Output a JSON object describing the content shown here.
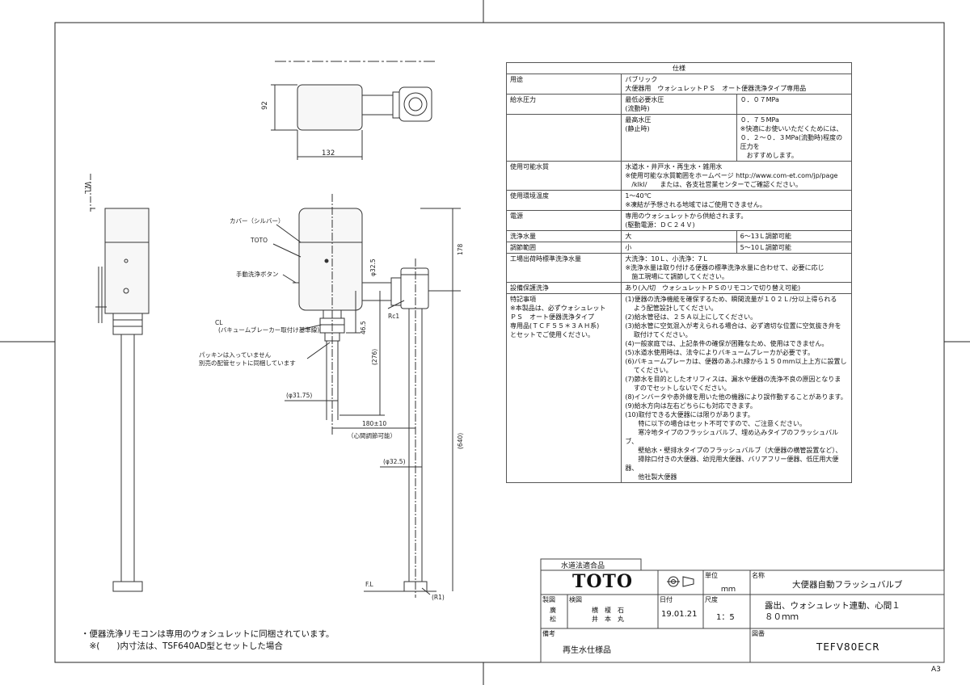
{
  "drawing": {
    "top_view": {
      "dim_height": "92",
      "dim_width": "132"
    },
    "front_view": {
      "wl_label": "W.L",
      "fl_label": "F.L",
      "cover_label": "カバー（シルバー）",
      "brand_label": "TOTO",
      "manual_button_label": "手動洗浄ボタン",
      "vacuum_label": "(バキュームブレーカー取付け基準線)",
      "vacuum_mark": "CL",
      "packing_note_1": "パッキンは入っていません",
      "packing_note_2": "別売の配管セットに同梱しています",
      "phi_325_top": "φ32.5",
      "dim_465": "46.5",
      "dim_276": "(276)",
      "dim_178": "178",
      "dim_640": "(640)",
      "dim_phi3175": "(φ31.75)",
      "dim_180": "180±10",
      "dim_180_note": "（心間調節可能）",
      "dim_phi325_bottom": "(φ32.5)",
      "rc1": "Rc1",
      "r1": "(R1)"
    }
  },
  "spec_table": {
    "title": "仕様",
    "rows": [
      {
        "key": "用途",
        "sub": "",
        "value": "パブリック\n大便器用　ウォシュレットＰＳ　オート便器洗浄タイプ専用品"
      },
      {
        "key": "給水圧力",
        "sub": "最低必要水圧\n(流動時)",
        "value": "０．０７MPa"
      },
      {
        "key": "",
        "sub": "最高水圧\n(静止時)",
        "value": "０．７５MPa\n※快適にお使いいただくためには、０．２～０．３MPa(流動時)程度の圧力を\n　おすすめします。"
      },
      {
        "key": "使用可能水質",
        "sub": "",
        "value": "水道水・井戸水・再生水・雑用水\n※使用可能な水質範囲をホームページ http://www.com-et.com/jp/page\n　/klkl/　　または、各支社営業センターでご確認ください。"
      },
      {
        "key": "使用環境温度",
        "sub": "",
        "value": "1～40℃\n※凍結が予想される地域ではご使用できません。"
      },
      {
        "key": "電源",
        "sub": "",
        "value": "専用のウォシュレットから供給されます。\n(駆動電源：ＤＣ２４Ｖ)"
      },
      {
        "key": "洗浄水量",
        "sub": "大",
        "value": "6～13Ｌ調節可能"
      },
      {
        "key": "調節範囲",
        "sub": "小",
        "value": "5～10Ｌ調節可能"
      },
      {
        "key": "工場出荷時標準洗浄水量",
        "sub": "",
        "value": "大洗浄：10Ｌ、小洗浄：7Ｌ\n※洗浄水量は取り付ける便器の標準洗浄水量に合わせて、必要に応じ\n　施工現場にて調節してください。"
      },
      {
        "key": "設備保護洗浄",
        "sub": "",
        "value": "あり(入/切　ウォシュレットＰＳのリモコンで切り替え可能)"
      }
    ],
    "special_key": "特記事項",
    "special_left": "※本製品は、必ずウォシュレット\nＰＳ　オート便器洗浄タイプ\n専用品(ＴＣＦ５５＊３ＡＨ系)\nとセットでご使用ください。",
    "special_items": [
      "(1)便器の洗浄機能を確保するため、瞬間流量が１０２Ｌ/分以上得られる\n　 よう配管設計してください。",
      "(2)給水管径は、２５Ａ以上にしてください。",
      "(3)給水管に空気混入が考えられる場合は、必ず適切な位置に空気抜き弁を\n　 取付けてください。",
      "(4)一般家庭では、上記条件の確保が困難なため、使用はできません。",
      "(5)水道水使用時は、法令によりバキュームブレーカが必要です。",
      "(6)バキュームブレーカは、便器のあふれ縁から１５０mm以上上方に設置し\n　 てください。",
      "(7)節水を目的としたオリフィスは、漏水や便器の洗浄不良の原因となりま\n　 すのでセットしないでください。",
      "(8)インバータや赤外線を用いた他の機器により誤作動することがあります。",
      "(9)給水方向は左右どちらにも対応できます。",
      "(10)取付できる大便器には限りがあります。\n　　特に以下の場合はセット不可ですので、ご注意ください。\n　　寒冷地タイプのフラッシュバルブ、埋め込みタイプのフラッシュバルブ、\n　　壁給水・壁排水タイプのフラッシュバルブ（大便器の横管設置など）、\n　　掃除口付きの大便器、幼児用大便器、バリアフリー便器、低圧用大便器、\n　　他社製大便器"
    ]
  },
  "title_block": {
    "law_label": "水道法適合品",
    "company": "TOTO",
    "unit_label": "単位",
    "unit_value": "ｍｍ",
    "name_label": "名称",
    "name_value": "大便器自動フラッシュバルブ",
    "drawn_label": "製図",
    "drawn_by": "廣\n松",
    "checked_label": "検図",
    "checked_by": "横　榎　石\n井　本　丸",
    "date_label": "日付",
    "date_value": "19.01.21",
    "scale_label": "尺度",
    "scale_value": "1：5",
    "desc_value": "露出、ウォシュレット連動、心間１\n８０ｍｍ",
    "remarks_label": "備考",
    "remarks_value": "再生水仕様品",
    "drawing_no_label": "図番",
    "drawing_no_value": "TEFV80ECR"
  },
  "notes": {
    "line1": "・便器洗浄リモコンは専用のウォシュレットに同梱されています。",
    "line2": "　※(　　)内寸法は、TSF640AD型とセットした場合"
  },
  "sheet_size": "A3"
}
